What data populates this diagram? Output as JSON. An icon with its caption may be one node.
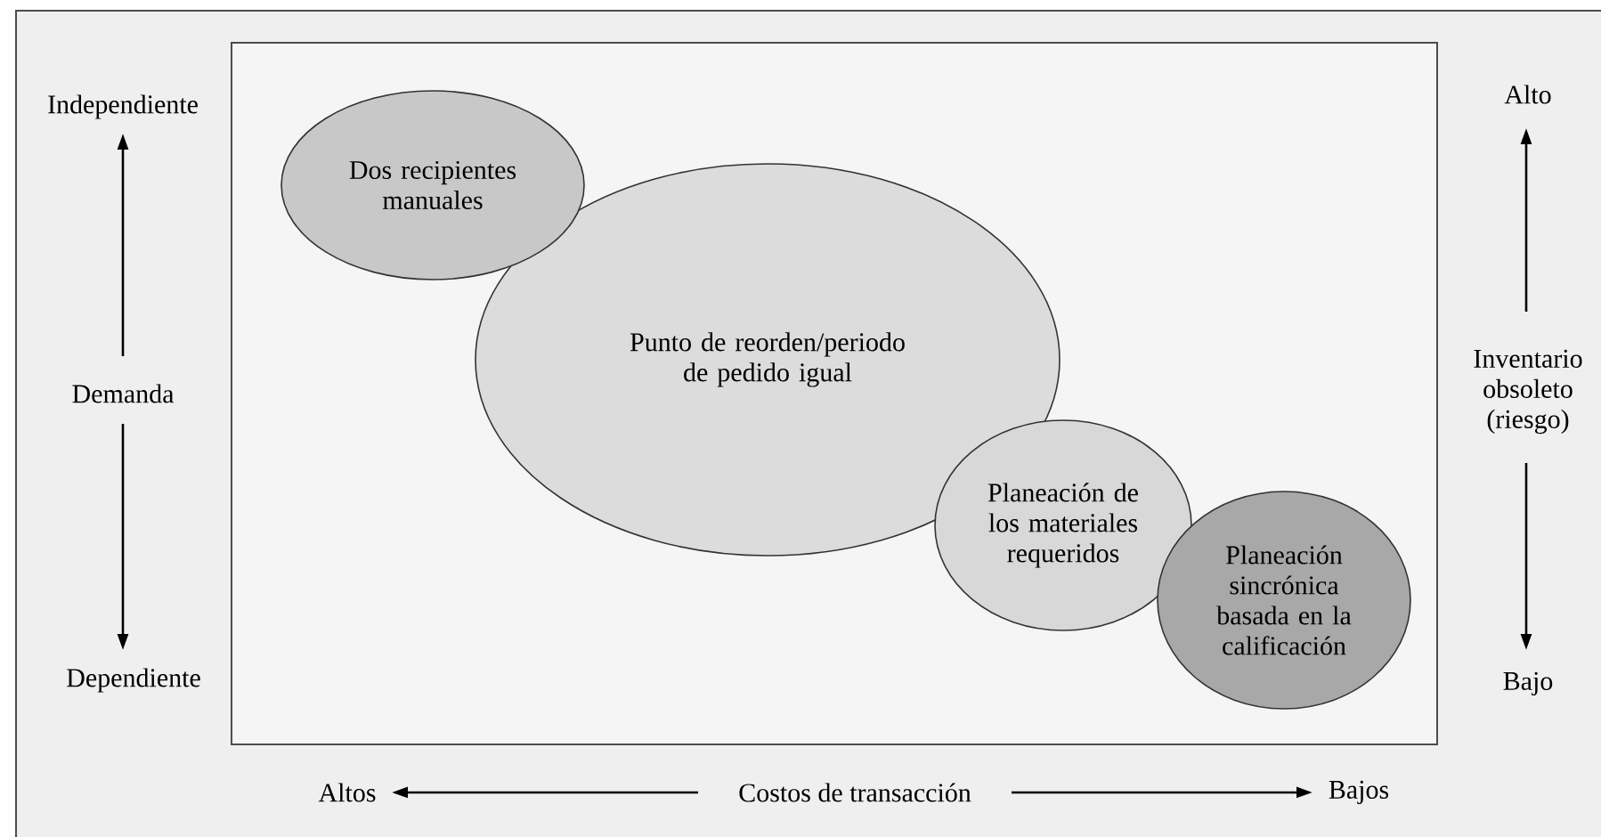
{
  "diagram": {
    "nodes": [
      {
        "text": [
          "Dos recipientes manuales"
        ]
      },
      {
        "text": [
          "Punto de reorden/periodo de pedido igual"
        ]
      },
      {
        "text": [
          "Planeación de los materiales requeridos"
        ]
      },
      {
        "text": [
          "Planeación sincrónica basada en la calificación"
        ]
      }
    ],
    "labels": [
      "Independiente",
      "Alto",
      "Demanda",
      "Inventario obsoleto (riesgo)",
      "Dependiente",
      "Bajo",
      "Altos",
      "Costos de transacción",
      "Bajos"
    ]
  }
}
